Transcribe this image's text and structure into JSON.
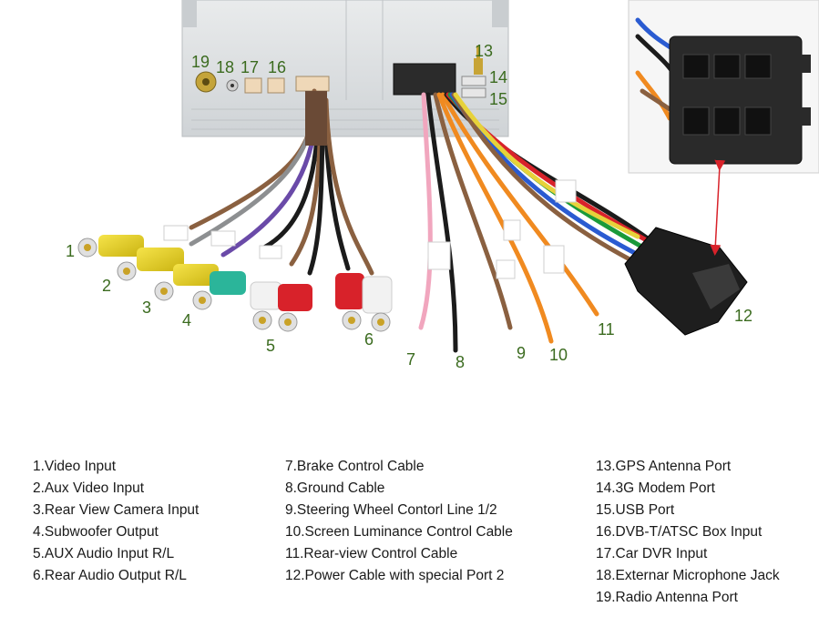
{
  "callout_numbers": [
    "1",
    "2",
    "3",
    "4",
    "5",
    "6",
    "7",
    "8",
    "9",
    "10",
    "11",
    "12",
    "13",
    "14",
    "15",
    "16",
    "17",
    "18",
    "19"
  ],
  "legend": {
    "column1": [
      "1.Video Input",
      "2.Aux Video Input",
      "3.Rear View Camera Input",
      "4.Subwoofer Output",
      "5.AUX Audio Input R/L",
      "6.Rear Audio Output R/L"
    ],
    "column2": [
      "7.Brake Control Cable",
      "8.Ground Cable",
      "9.Steering Wheel Contorl Line 1/2",
      "10.Screen Luminance Control Cable",
      "11.Rear-view Control Cable",
      "12.Power Cable with special Port 2"
    ],
    "column3": [
      "13.GPS Antenna Port",
      "14.3G Modem Port",
      "15.USB Port",
      "16.DVB-T/ATSC Box Input",
      "17.Car DVR Input",
      "18.Externar Microphone Jack",
      "19.Radio Antenna Port"
    ]
  },
  "colors": {
    "label_green": "#3b6b1f",
    "yellow_rca": "#e8d21c",
    "teal_rca": "#2bb59a",
    "red_rca": "#d8222a",
    "white_rca": "#f2f2f2",
    "arrow_red": "#d8222a"
  }
}
